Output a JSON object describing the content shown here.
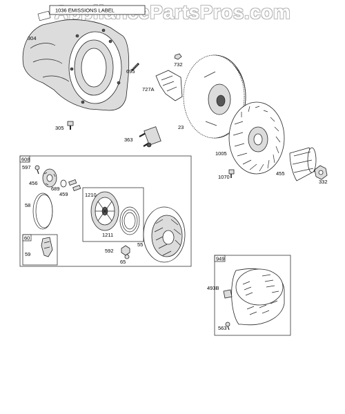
{
  "watermark": "AppliancePartsPros.com",
  "emissions_label": "1036 EMISSIONS LABEL",
  "labels": {
    "p304": "304",
    "p695": "695",
    "p732": "732",
    "p727a": "727A",
    "p305": "305",
    "p23": "23",
    "p363": "363",
    "p1005": "1005",
    "p1070": "1070",
    "p455": "455",
    "p332": "332",
    "p597": "597",
    "p456": "456",
    "p689": "689",
    "p459": "459",
    "p58": "58",
    "p1210": "1210",
    "p1211": "1211",
    "p55": "55",
    "p592": "592",
    "p65": "65",
    "p59": "59",
    "p493b": "493B",
    "p563": "563"
  },
  "boxes": {
    "b608": "608",
    "b60": "60",
    "b949": "949"
  }
}
